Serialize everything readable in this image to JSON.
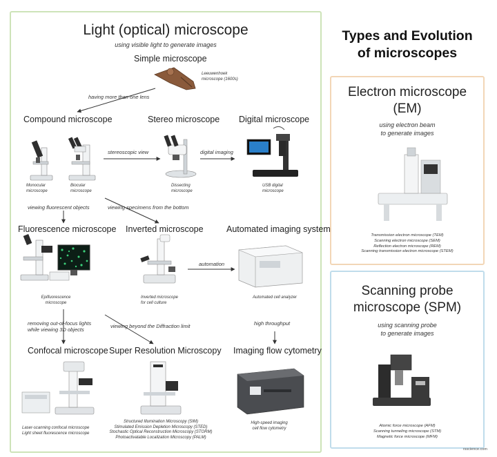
{
  "main_title": {
    "line1": "Types and Evolution",
    "line2": "of microscopes"
  },
  "light": {
    "title": "Light (optical) microscope",
    "subtitle": "using visible light to generate images",
    "simple": {
      "heading": "Simple microscope",
      "note_line1": "Leeuwenhoek",
      "note_line2": "microscope (1600s)"
    },
    "arrow_simple_compound": "having more than one lens",
    "compound": {
      "heading": "Compound microscope",
      "mono_line1": "Monocular",
      "mono_line2": "microscope",
      "bino_line1": "Biocular",
      "bino_line2": "microscope"
    },
    "arrow_compound_stereo": "stereoscopic view",
    "stereo": {
      "heading": "Stereo microscope",
      "cap_line1": "Dissecting",
      "cap_line2": "microscope"
    },
    "arrow_stereo_digital": "digital imaging",
    "digital": {
      "heading": "Digital microscope",
      "cap_line1": "USB digital",
      "cap_line2": "microscope"
    },
    "arrow_fluor_objects": "viewing fluorescent objects",
    "arrow_bottom": "viewing specimens from the bottom",
    "fluorescence": {
      "heading": "Fluorescence microscope",
      "cap_line1": "Epifluorescence",
      "cap_line2": "microscope"
    },
    "inverted": {
      "heading": "Inverted microscope",
      "cap_line1": "Inverted microscope",
      "cap_line2": "for cell culture"
    },
    "arrow_automation": "automation",
    "automated": {
      "heading": "Automated imaging system",
      "cap": "Automated cell analyzer"
    },
    "arrow_removing_line1": "removing out-of-focus lights",
    "arrow_removing_line2": "while viewing 3D objects",
    "arrow_diffraction": "viewing beyond the Diffraction limit",
    "arrow_throughput": "high throughput",
    "confocal": {
      "heading": "Confocal microscope",
      "cap_line1": "Laser-scanning confocal microscope",
      "cap_line2": "Light sheet fluorescence microscope"
    },
    "superres": {
      "heading": "Super Resolution Microscopy",
      "lines": [
        "Structured Illumination Microscopy (SIM)",
        "Stimulated Emission Depletion Microscopy (STED)",
        "Stochastic Optical Reconstruction Microscopy (STORM)",
        "Photoactivatable Localization Microscopy (PALM)"
      ]
    },
    "flow": {
      "heading": "Imaging flow cytometry",
      "cap_line1": "High-speed imaging",
      "cap_line2": "cell flow cytometry"
    }
  },
  "em": {
    "title_line1": "Electron microscope",
    "title_line2": "(EM)",
    "sub_line1": "using electron beam",
    "sub_line2": "to generate images",
    "types": [
      "Transmission electron microscope (TEM)",
      "Scanning electron microscope (SEM)",
      "Reflection electron microscope (REM)",
      "Scanning transmission electron microscope (STEM)"
    ]
  },
  "spm": {
    "title_line1": "Scanning probe",
    "title_line2": "microscope (SPM)",
    "sub_line1": "using scanning probe",
    "sub_line2": "to generate images",
    "types": [
      "Atomic force microscope (AFM)",
      "Scanning tunneling microscope (STM)",
      "Magnetic force microscope (MFM)"
    ]
  },
  "credit": "rsscience.com",
  "colors": {
    "light_border": "#cde3b8",
    "em_border": "#f2d6b6",
    "spm_border": "#bfdceb",
    "fluor_screen": "#0c1e16",
    "fluor_cells": "#3cd17a",
    "usb_screen": "#2a7fc9"
  }
}
